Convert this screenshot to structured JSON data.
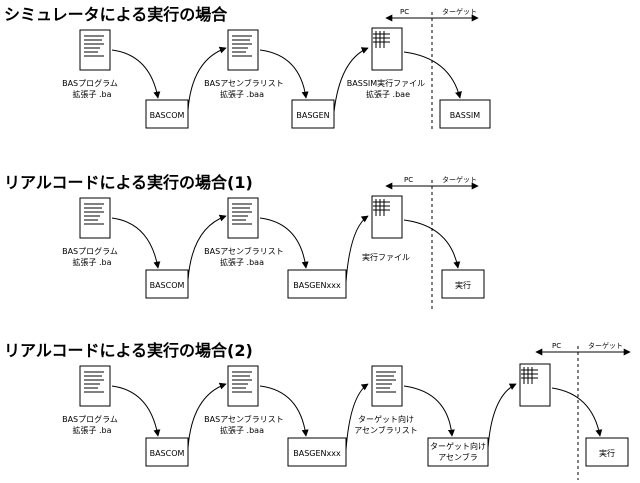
{
  "sections": [
    {
      "title": "シミュレータによる実行の場合",
      "pc_label": "PC",
      "target_label": "ターゲット",
      "docs": [
        {
          "line1": "BASプログラム",
          "line2": "拡張子 .ba"
        },
        {
          "line1": "BASアセンブラリスト",
          "line2": "拡張子 .baa"
        },
        {
          "line1": "BASSIM実行ファイル",
          "line2": "拡張子 .bae"
        }
      ],
      "processes": [
        "BASCOM",
        "BASGEN",
        "BASSIM"
      ]
    },
    {
      "title": "リアルコードによる実行の場合(1)",
      "pc_label": "PC",
      "target_label": "ターゲット",
      "docs": [
        {
          "line1": "BASプログラム",
          "line2": "拡張子 .ba"
        },
        {
          "line1": "BASアセンブラリスト",
          "line2": "拡張子 .baa"
        },
        {
          "line1": "実行ファイル",
          "line2": ""
        }
      ],
      "processes": [
        "BASCOM",
        "BASGENxxx",
        "実行"
      ]
    },
    {
      "title": "リアルコードによる実行の場合(2)",
      "pc_label": "PC",
      "target_label": "ターゲット",
      "docs": [
        {
          "line1": "BASプログラム",
          "line2": "拡張子 .ba"
        },
        {
          "line1": "BASアセンブラリスト",
          "line2": "拡張子 .baa"
        },
        {
          "line1": "ターゲット向け",
          "line2": "アセンブラリスト"
        }
      ],
      "processes": [
        "BASCOM",
        "BASGENxxx",
        "ターゲット向け アセンブラ",
        "実行"
      ],
      "assembler_line1": "ターゲット向け",
      "assembler_line2": "アセンブラ"
    }
  ]
}
